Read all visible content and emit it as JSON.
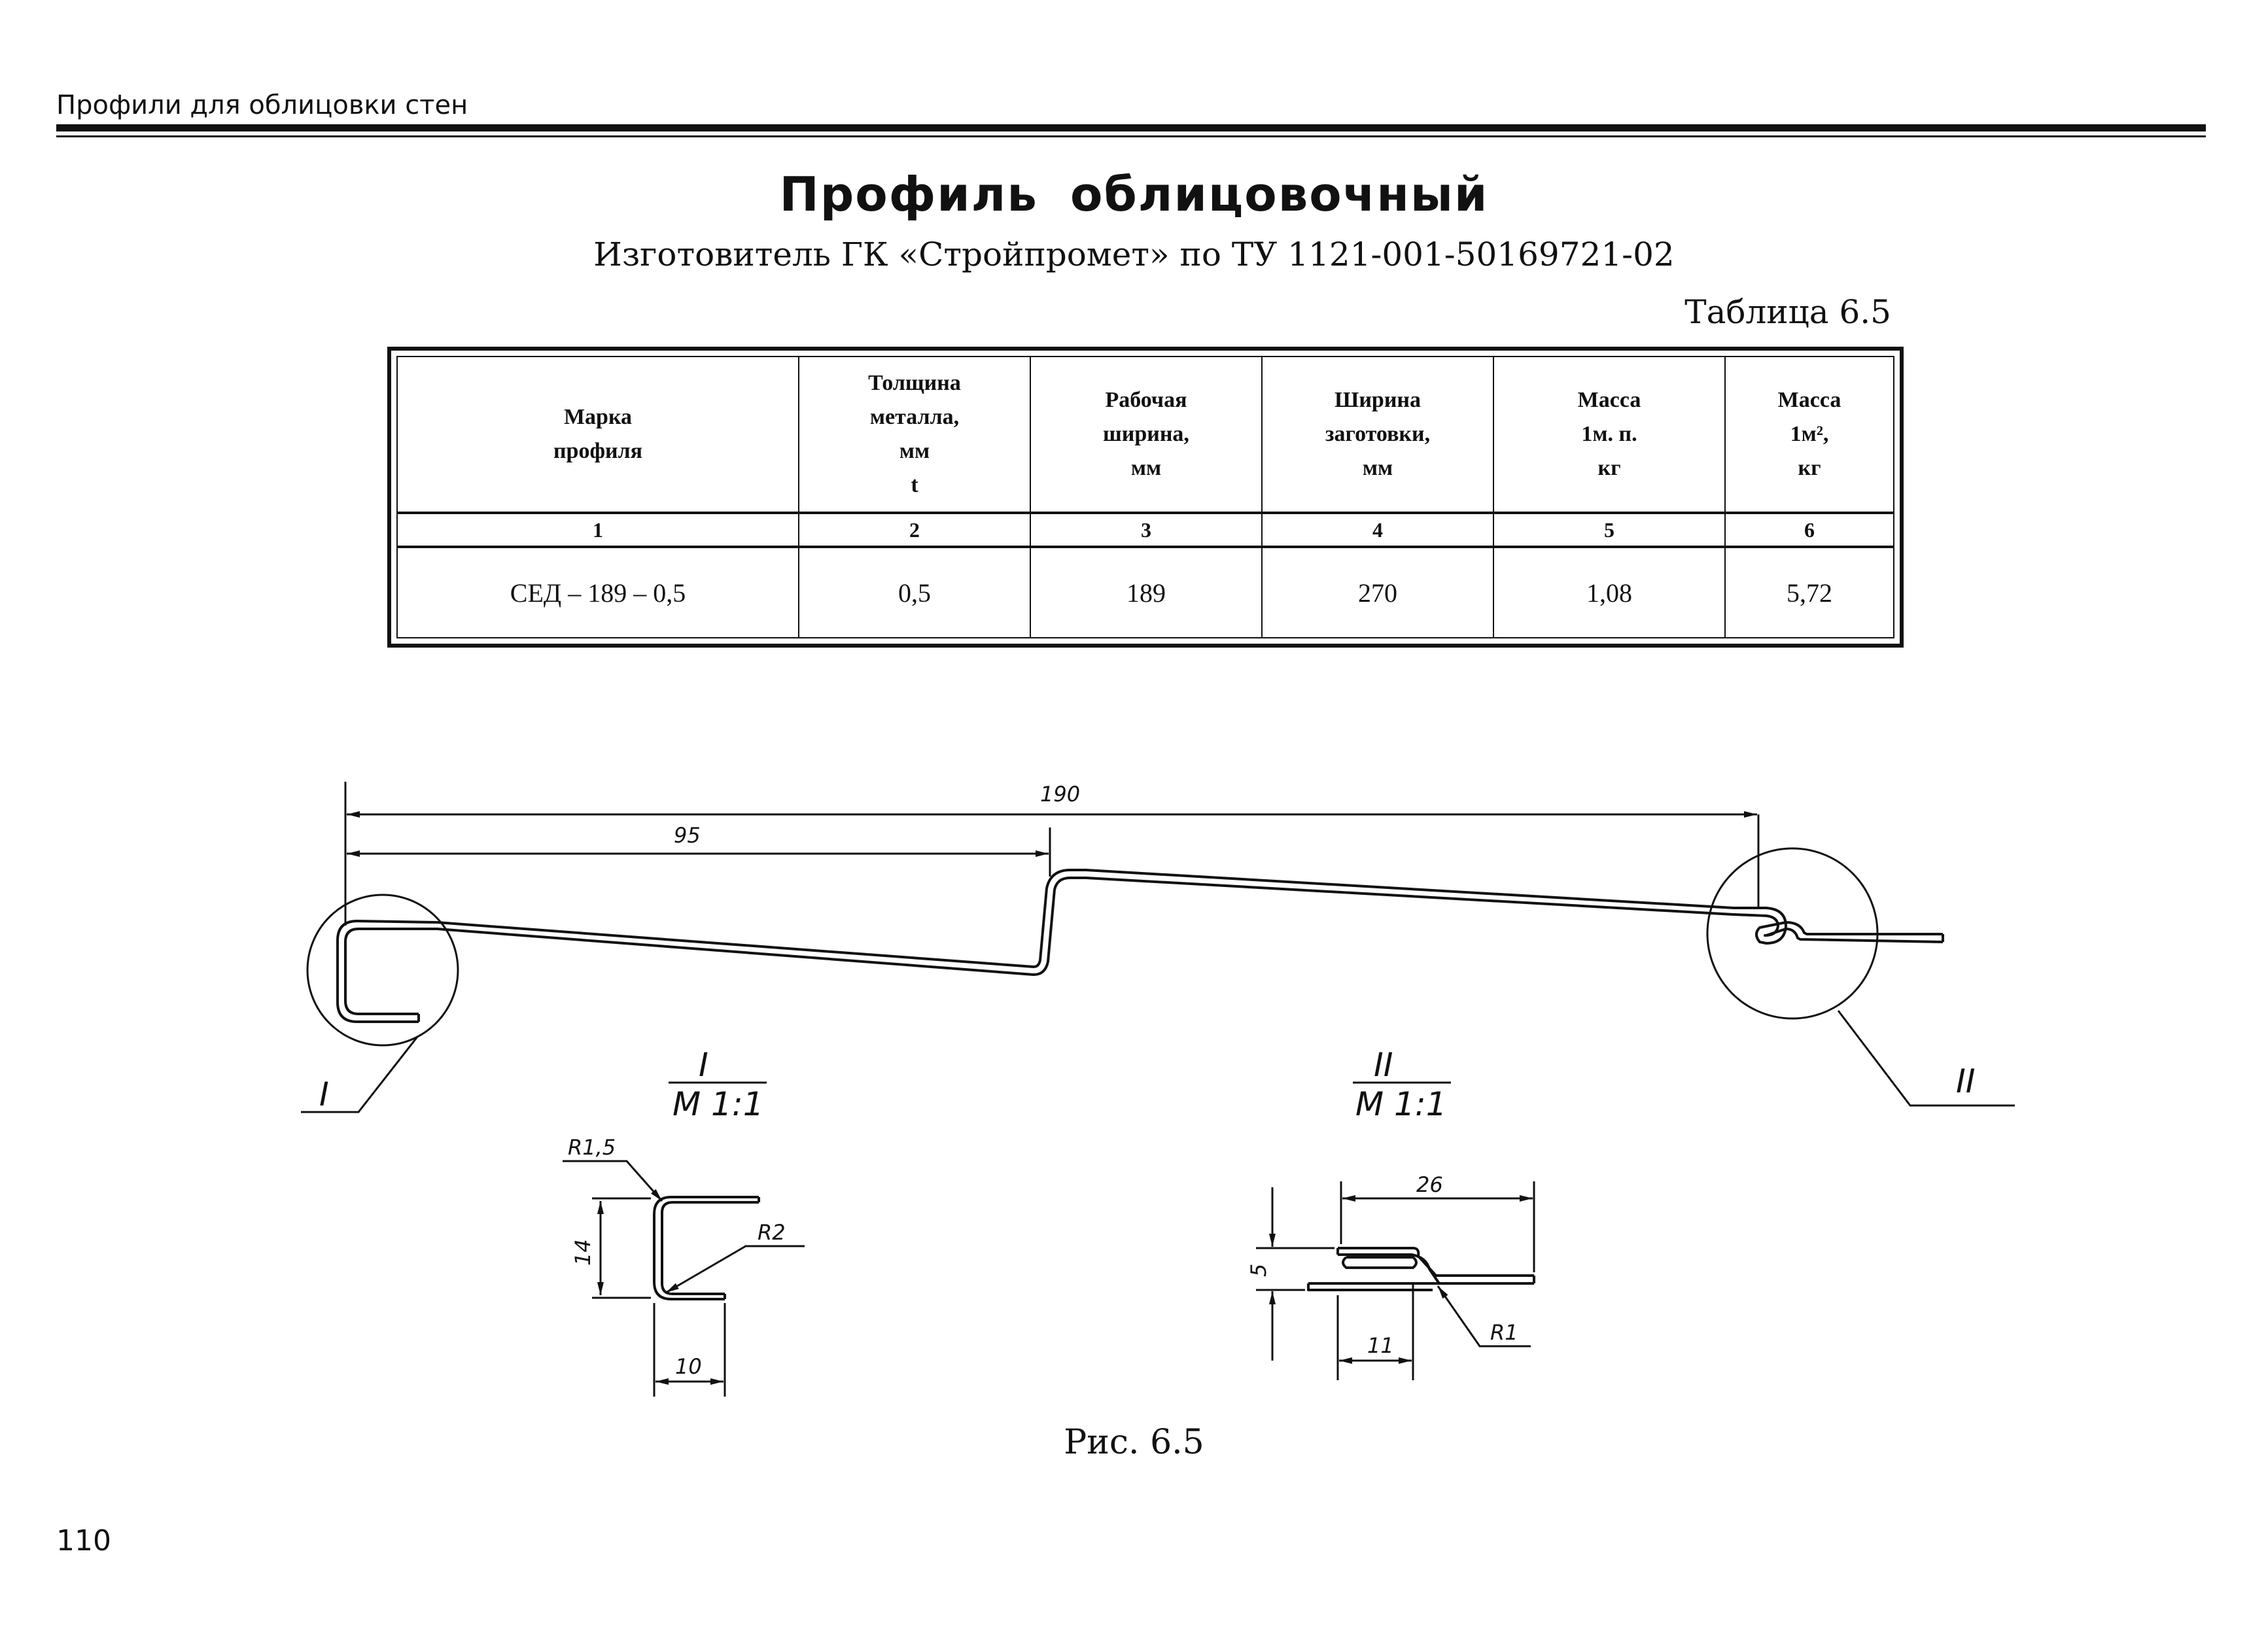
{
  "header": {
    "running_title": "Профили для облицовки стен"
  },
  "title": "Профиль облицовочный",
  "subtitle": "Изготовитель ГК «Стройпромет» по  ТУ 1121-001-50169721-02",
  "table_caption": "Таблица 6.5",
  "table": {
    "headers": [
      [
        "Марка",
        "профиля"
      ],
      [
        "Толщина",
        "металла,",
        "мм",
        "t"
      ],
      [
        "Рабочая",
        "ширина,",
        "мм"
      ],
      [
        "Ширина",
        "заготовки,",
        "мм"
      ],
      [
        "Масса",
        "1м. п.",
        "кг"
      ],
      [
        "Масса",
        "1м²,",
        "кг"
      ]
    ],
    "column_numbers": [
      "1",
      "2",
      "3",
      "4",
      "5",
      "6"
    ],
    "rows": [
      [
        "СЕД – 189 – 0,5",
        "0,5",
        "189",
        "270",
        "1,08",
        "5,72"
      ]
    ]
  },
  "drawing": {
    "dims": {
      "total_width": "190",
      "half_width": "95",
      "d_14": "14",
      "d_10": "10",
      "r_1_5": "R1,5",
      "r_2": "R2",
      "d_26": "26",
      "d_5": "5",
      "d_11": "11",
      "r_1": "R1"
    },
    "callouts": {
      "detail_1": "I",
      "detail_2": "II"
    },
    "views": {
      "view_1_name": "I",
      "view_1_scale": "М 1:1",
      "view_2_name": "II",
      "view_2_scale": "М 1:1"
    }
  },
  "figure_caption": "Рис. 6.5",
  "page_number": "110"
}
